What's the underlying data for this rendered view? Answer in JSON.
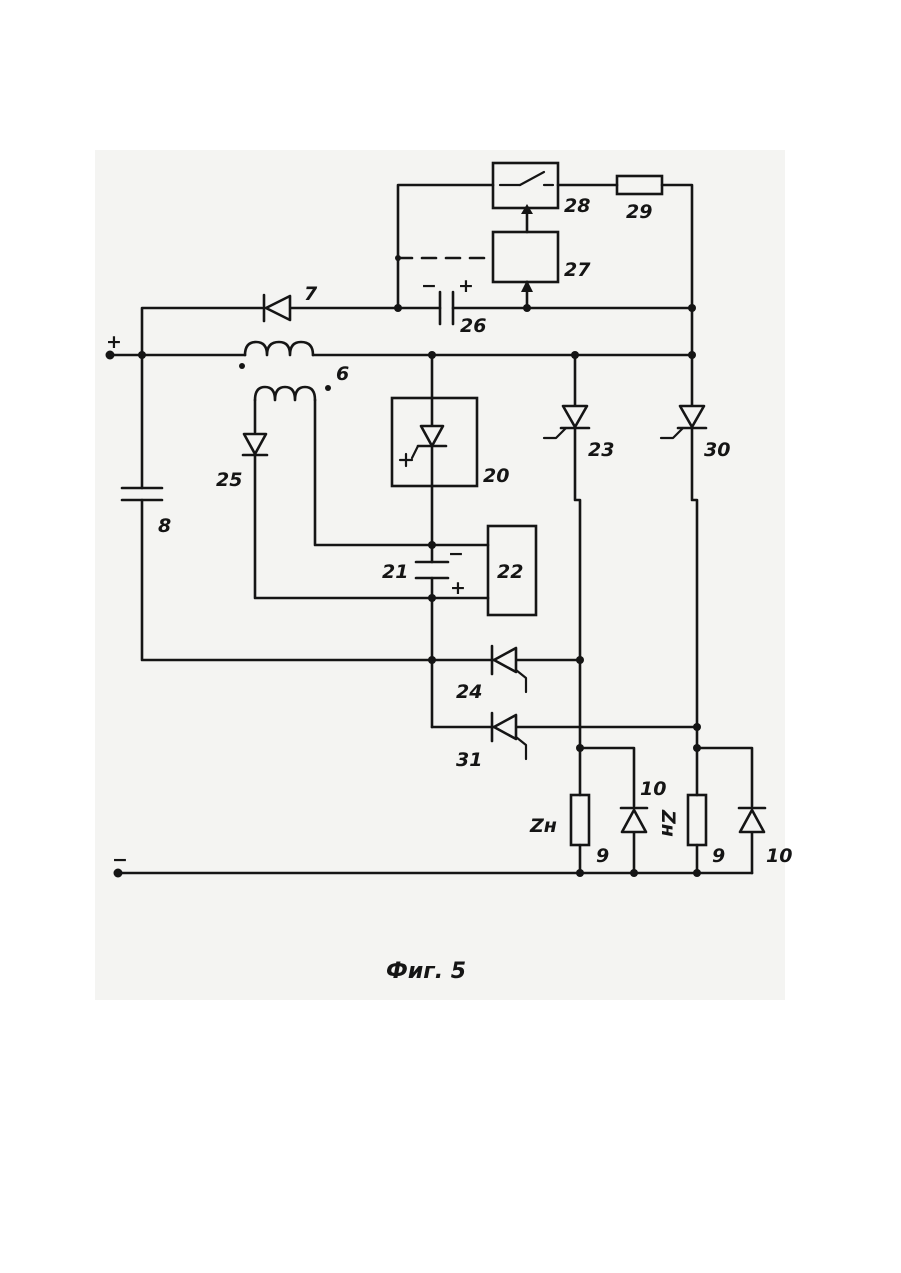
{
  "figure": {
    "caption": "Фиг. 5",
    "terminals": {
      "positive": "+",
      "negative": "−"
    },
    "labels": {
      "inductor": "6",
      "diode_7": "7",
      "capacitor_8": "8",
      "load_left": "9",
      "load_right": "9",
      "diode_10_left": "10",
      "diode_10_right": "10",
      "block_20": "20",
      "capacitor_21": "21",
      "block_22": "22",
      "thyristor_23": "23",
      "thyristor_24": "24",
      "diode_25": "25",
      "capacitor_26": "26",
      "block_27": "27",
      "switch_28": "28",
      "resistor_29": "29",
      "thyristor_30": "30",
      "thyristor_31": "31",
      "zn_left": "Zн",
      "zn_right": "Zн"
    },
    "polarity": {
      "c21_minus": "−",
      "c21_plus": "+",
      "c26_minus": "−",
      "c26_plus": "+"
    }
  }
}
